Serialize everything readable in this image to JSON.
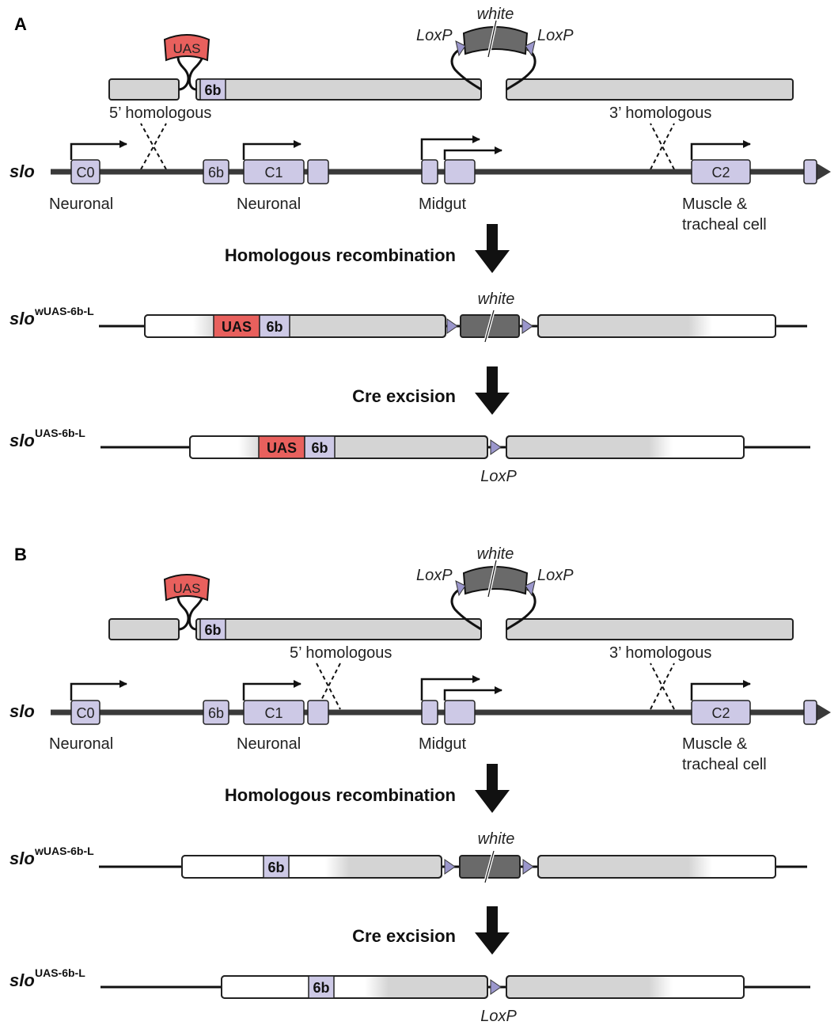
{
  "panels": [
    {
      "letter": "A",
      "donor": {
        "uas": "UAS",
        "six_b": "6b",
        "white": "white",
        "loxp_left": "LoxP",
        "loxp_right": "LoxP"
      },
      "homology": {
        "five": "5’ homologous",
        "three": "3’ homologous"
      },
      "slo": {
        "gene": "slo",
        "exons": {
          "c0": "C0",
          "six_b": "6b",
          "c1": "C1",
          "c2": "C2"
        },
        "tissues": {
          "neuronal_1": "Neuronal",
          "neuronal_2": "Neuronal",
          "midgut": "Midgut",
          "muscle_line1": "Muscle &",
          "muscle_line2": "tracheal cell"
        }
      },
      "step1": "Homologous recombination",
      "allele_w": {
        "gene": "slo",
        "sup": "wUAS-6b-L",
        "uas": "UAS",
        "six_b": "6b",
        "white": "white"
      },
      "step2": "Cre excision",
      "allele_final": {
        "gene": "slo",
        "sup": "UAS-6b-L",
        "uas": "UAS",
        "six_b": "6b",
        "loxp": "LoxP"
      }
    },
    {
      "letter": "B",
      "donor": {
        "uas": "UAS",
        "six_b": "6b",
        "white": "white",
        "loxp_left": "LoxP",
        "loxp_right": "LoxP"
      },
      "homology": {
        "five": "5’ homologous",
        "three": "3’ homologous"
      },
      "slo": {
        "gene": "slo",
        "exons": {
          "c0": "C0",
          "six_b": "6b",
          "c1": "C1",
          "c2": "C2"
        },
        "tissues": {
          "neuronal_1": "Neuronal",
          "neuronal_2": "Neuronal",
          "midgut": "Midgut",
          "muscle_line1": "Muscle &",
          "muscle_line2": "tracheal cell"
        }
      },
      "step1": "Homologous recombination",
      "allele_w": {
        "gene": "slo",
        "sup": "wUAS-6b-L",
        "six_b": "6b",
        "white": "white"
      },
      "step2": "Cre excision",
      "allele_final": {
        "gene": "slo",
        "sup": "UAS-6b-L",
        "six_b": "6b",
        "loxp": "LoxP"
      }
    }
  ],
  "colors": {
    "exon": "#cdc9e6",
    "uas": "#e8605d",
    "grey_box": "#d4d4d4",
    "white_gene": "#6a6a6a",
    "loxp": "#9b97cc",
    "line": "#3a3a3a"
  }
}
